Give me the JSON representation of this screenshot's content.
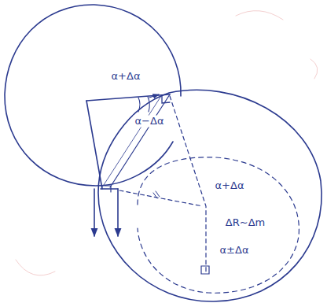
{
  "diagram": {
    "labels": [
      "α+Δα",
      "α−Δα",
      "α+Δα",
      "ΔR~Δm",
      "α±Δα"
    ]
  }
}
